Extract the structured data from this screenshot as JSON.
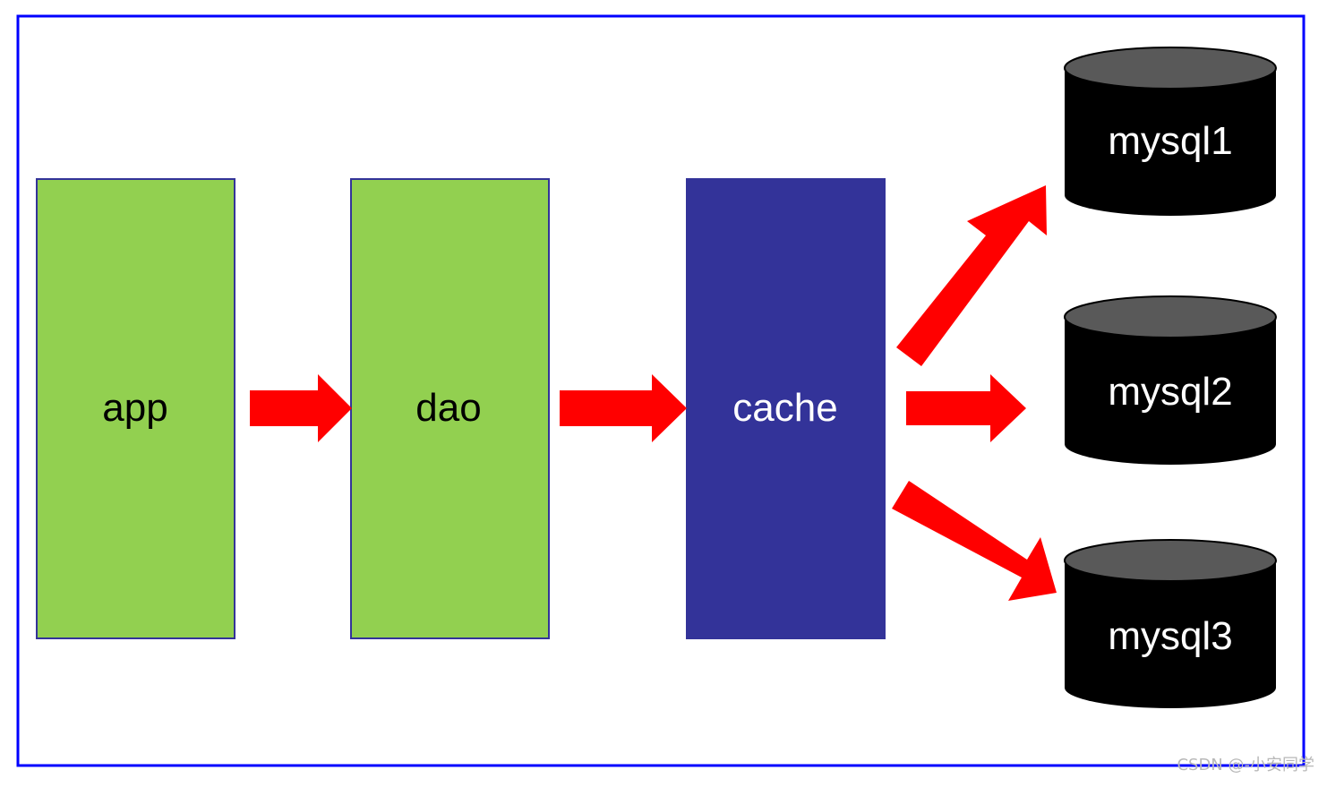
{
  "diagram": {
    "nodes": {
      "app": {
        "label": "app",
        "fill": "#92d050",
        "text_color": "#000000"
      },
      "dao": {
        "label": "dao",
        "fill": "#92d050",
        "text_color": "#000000"
      },
      "cache": {
        "label": "cache",
        "fill": "#333399",
        "text_color": "#ffffff"
      },
      "mysql1": {
        "label": "mysql1",
        "fill": "#000000",
        "top_fill": "#595959",
        "text_color": "#ffffff"
      },
      "mysql2": {
        "label": "mysql2",
        "fill": "#000000",
        "top_fill": "#595959",
        "text_color": "#ffffff"
      },
      "mysql3": {
        "label": "mysql3",
        "fill": "#000000",
        "top_fill": "#595959",
        "text_color": "#ffffff"
      }
    },
    "edges": [
      {
        "from": "app",
        "to": "dao"
      },
      {
        "from": "dao",
        "to": "cache"
      },
      {
        "from": "cache",
        "to": "mysql1"
      },
      {
        "from": "cache",
        "to": "mysql2"
      },
      {
        "from": "cache",
        "to": "mysql3"
      }
    ],
    "colors": {
      "frame": "#0000ff",
      "arrow": "#ff0000",
      "box_border": "#333399"
    }
  },
  "watermark": "CSDN @-小安同学"
}
